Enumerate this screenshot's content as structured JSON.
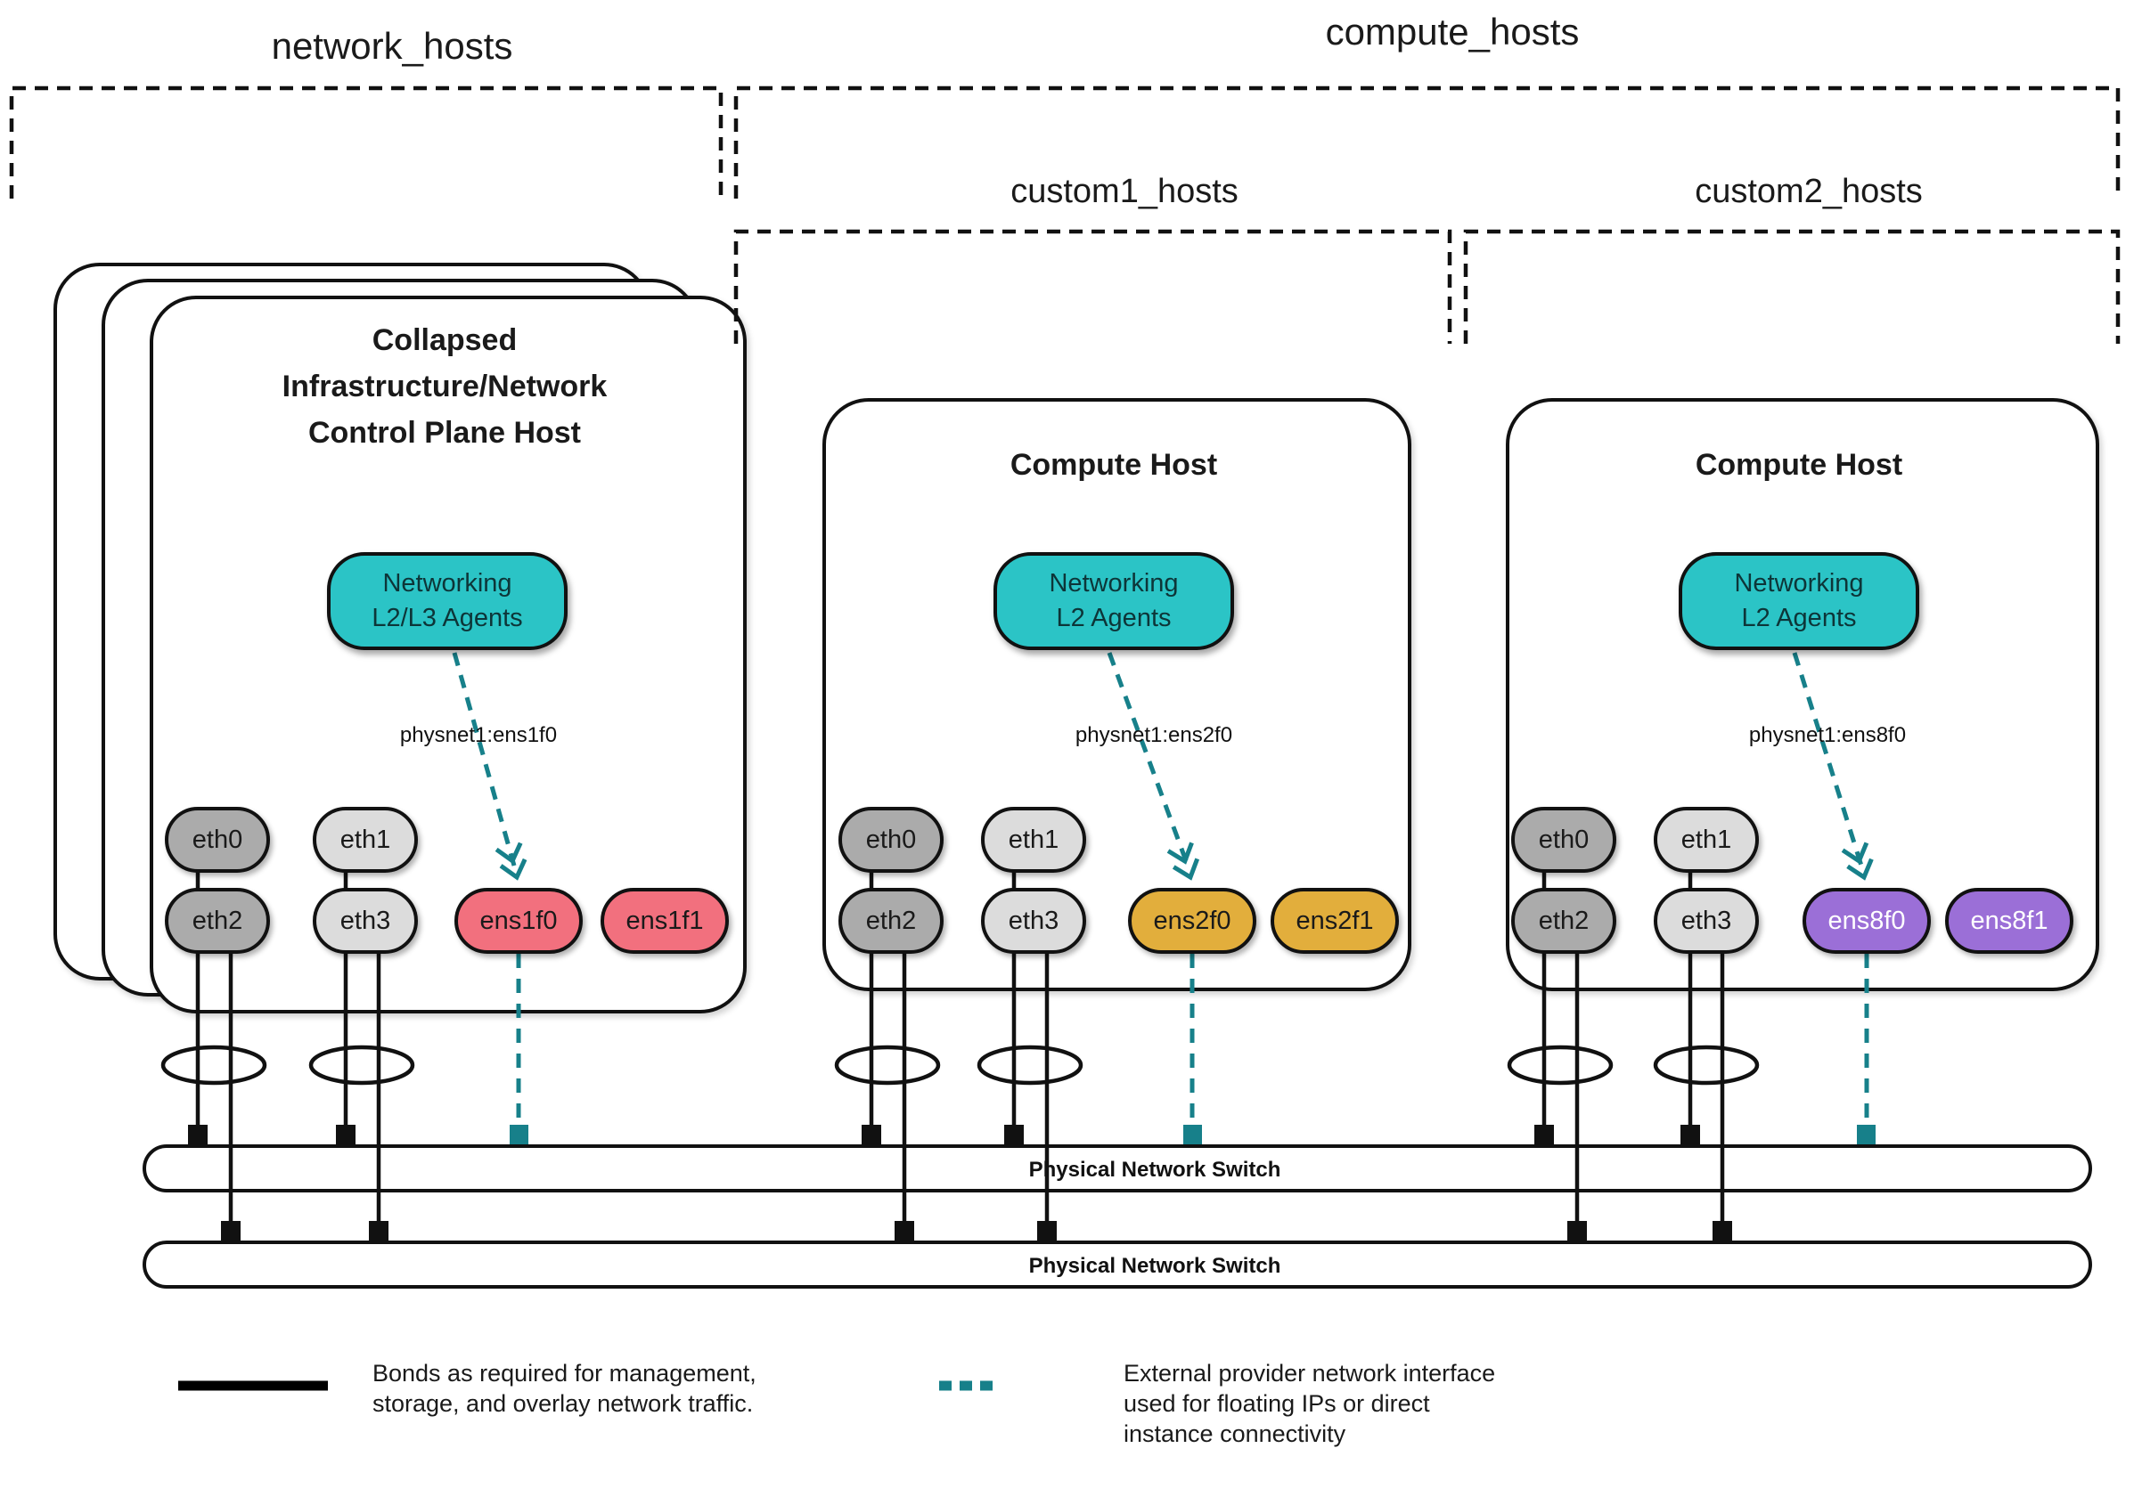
{
  "groups": {
    "network": "network_hosts",
    "compute": "compute_hosts",
    "custom1": "custom1_hosts",
    "custom2": "custom2_hosts"
  },
  "hosts": [
    {
      "title_lines": [
        "Collapsed",
        "Infrastructure/Network",
        "Control Plane Host"
      ],
      "agent_lines": [
        "Networking",
        "L2/L3 Agents"
      ],
      "physnet": "physnet1:ens1f0",
      "nics": [
        "eth0",
        "eth1",
        "eth2",
        "eth3",
        "ens1f0",
        "ens1f1"
      ]
    },
    {
      "title_lines": [
        "Compute Host"
      ],
      "agent_lines": [
        "Networking",
        "L2 Agents"
      ],
      "physnet": "physnet1:ens2f0",
      "nics": [
        "eth0",
        "eth1",
        "eth2",
        "eth3",
        "ens2f0",
        "ens2f1"
      ]
    },
    {
      "title_lines": [
        "Compute Host"
      ],
      "agent_lines": [
        "Networking",
        "L2 Agents"
      ],
      "physnet": "physnet1:ens8f0",
      "nics": [
        "eth0",
        "eth1",
        "eth2",
        "eth3",
        "ens8f0",
        "ens8f1"
      ]
    }
  ],
  "switches": [
    {
      "label": "Physical Network Switch"
    },
    {
      "label": "Physical Network Switch"
    }
  ],
  "legend": {
    "bond_lines": [
      "Bonds as required for management,",
      "storage, and overlay network traffic."
    ],
    "external_lines": [
      "External provider network interface",
      "used for floating IPs or direct",
      "instance connectivity"
    ]
  },
  "colors": {
    "agent_teal": "#2BC4C6",
    "provider_teal": "#17808A",
    "ens1_pink": "#F2707E",
    "ens2_gold": "#E2AE3C",
    "ens8_purple": "#9B6FD7",
    "ens8_text": "#ffffff",
    "eth_even_gray": "#ABABAB",
    "eth_odd_gray": "#DCDCDC"
  }
}
